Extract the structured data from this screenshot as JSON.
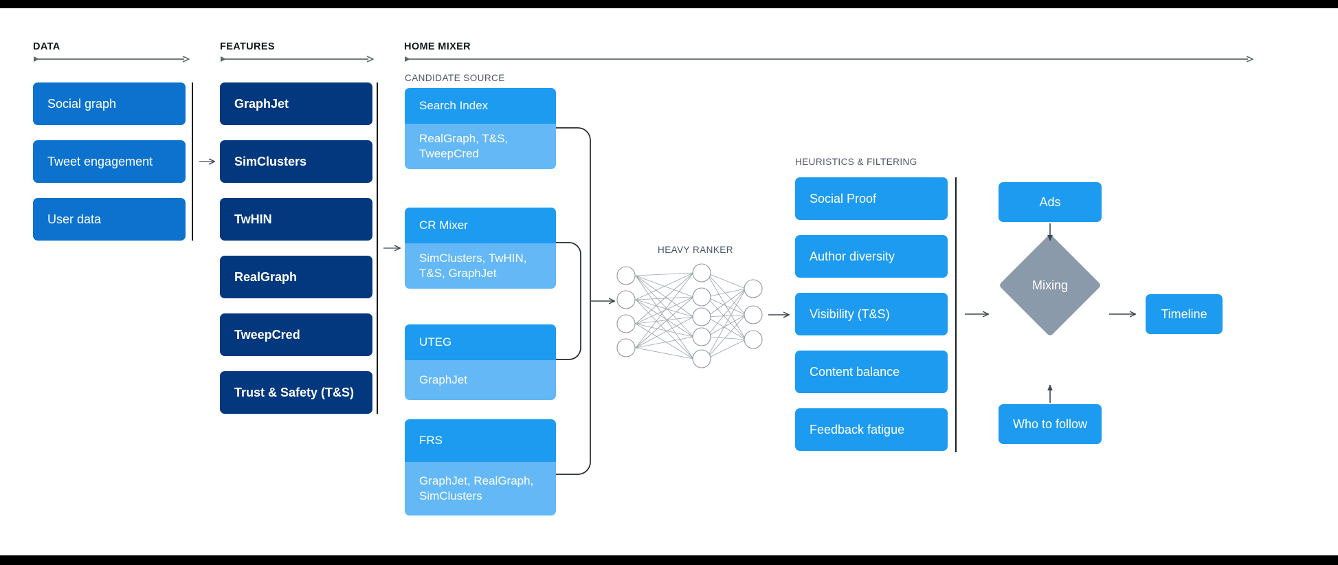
{
  "meta": {
    "accent_blue": "#1d9bf0",
    "light_blue": "#63b8f5",
    "data_blue": "#0c72ce",
    "feature_navy": "#03387f",
    "diamond_gray": "#8b9aaa",
    "line_gray": "#5b6770"
  },
  "sections": {
    "data": {
      "title": "DATA"
    },
    "features": {
      "title": "FEATURES"
    },
    "home_mixer": {
      "title": "HOME MIXER"
    },
    "candidate_source": {
      "title": "CANDIDATE SOURCE"
    },
    "heavy_ranker": {
      "title": "HEAVY RANKER"
    },
    "heuristics": {
      "title": "HEURISTICS & FILTERING"
    }
  },
  "data_boxes": [
    {
      "label": "Social graph"
    },
    {
      "label": "Tweet engagement"
    },
    {
      "label": "User data"
    }
  ],
  "feature_boxes": [
    {
      "label": "GraphJet"
    },
    {
      "label": "SimClusters"
    },
    {
      "label": "TwHIN"
    },
    {
      "label": "RealGraph"
    },
    {
      "label": "TweepCred"
    },
    {
      "label": "Trust & Safety (T&S)"
    }
  ],
  "candidate_sources": [
    {
      "name": "Search Index",
      "features": "RealGraph, T&S,\nTweepCred"
    },
    {
      "name": "CR Mixer",
      "features": "SimClusters, TwHIN,\nT&S, GraphJet"
    },
    {
      "name": "UTEG",
      "features": "GraphJet"
    },
    {
      "name": "FRS",
      "features": "GraphJet, RealGraph,\nSimClusters"
    }
  ],
  "heuristic_boxes": [
    {
      "label": "Social Proof"
    },
    {
      "label": "Author diversity"
    },
    {
      "label": "Visibility (T&S)"
    },
    {
      "label": "Content balance"
    },
    {
      "label": "Feedback fatigue"
    }
  ],
  "mixing": {
    "ads_label": "Ads",
    "diamond_label": "Mixing",
    "who_to_follow_label": "Who to follow",
    "timeline_label": "Timeline"
  },
  "neural_net": {
    "input_nodes": 4,
    "hidden_nodes": 5,
    "output_nodes": 3
  }
}
